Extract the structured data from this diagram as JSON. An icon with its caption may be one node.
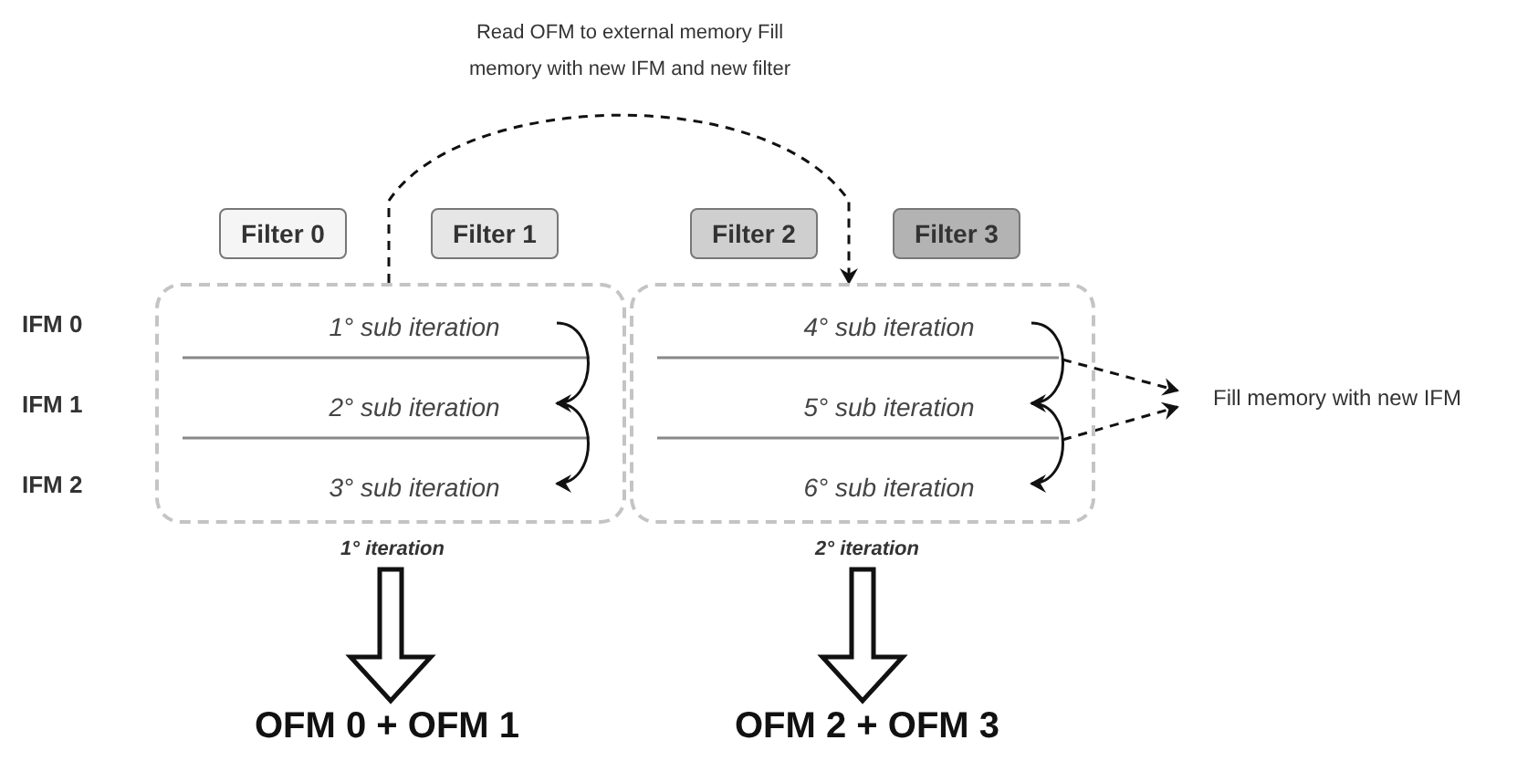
{
  "diagram": {
    "nodes": [
      {
        "text": [
          "Filter 0"
        ]
      },
      {
        "text": [
          "Filter 1"
        ]
      },
      {
        "text": [
          "Filter 2"
        ]
      },
      {
        "text": [
          "Filter 3"
        ]
      },
      {
        "text": [],
        "shape": "box",
        "beside": [
          "1° iteration"
        ]
      },
      {
        "text": [
          "1° sub iteration"
        ],
        "in": 4
      },
      {
        "text": [
          "2° sub iteration"
        ],
        "in": 4
      },
      {
        "text": [
          "3° sub iteration"
        ],
        "in": 4
      },
      {
        "text": [],
        "shape": "box",
        "beside": [
          "2° iteration"
        ]
      },
      {
        "text": [
          "4° sub iteration"
        ],
        "in": 8
      },
      {
        "text": [
          "5° sub iteration"
        ],
        "in": 8
      },
      {
        "text": [
          "6° sub iteration"
        ],
        "in": 8
      },
      {
        "text": [
          "Fill memory with new IFM"
        ]
      },
      {
        "text": [
          "OFM 0 + OFM 1"
        ]
      },
      {
        "text": [
          "OFM 2 + OFM 3"
        ]
      }
    ],
    "edges": [
      {
        "from": 4,
        "to": 8,
        "arrow": "to",
        "style": "dashed",
        "label": "Read OFM to external memory Fill memory with new IFM and new filter"
      },
      {
        "from": 5,
        "to": 6,
        "arrow": "to"
      },
      {
        "from": 6,
        "to": 7,
        "arrow": "to"
      },
      {
        "from": 9,
        "to": 10,
        "arrow": "to"
      },
      {
        "from": 10,
        "to": 11,
        "arrow": "to"
      },
      {
        "from": null,
        "to": 12,
        "arrow": "to",
        "style": "dashed"
      },
      {
        "from": null,
        "to": 12,
        "arrow": "to",
        "style": "dashed"
      },
      {
        "from": 4,
        "to": 13,
        "arrow": "to",
        "style": "thick"
      },
      {
        "from": 8,
        "to": 14,
        "arrow": "to",
        "style": "thick"
      }
    ],
    "labels": [
      "IFM 0",
      "IFM 1",
      "IFM 2"
    ]
  }
}
